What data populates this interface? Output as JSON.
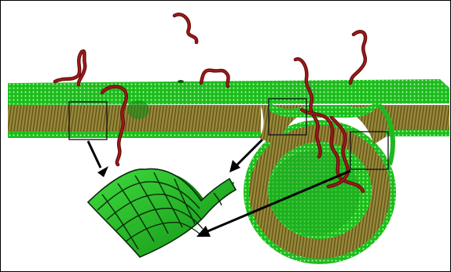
{
  "figure": {
    "kind": "membrane-budding-schematic",
    "elements": {
      "membrane": "lipid-bilayer",
      "polymers": "polymer-chains",
      "bud": "vesicle-bud",
      "patch": "curved-membrane-patch"
    },
    "colors": {
      "background": "#ffffff",
      "lipid_head": "#22c022",
      "lipid_head_dark": "#138a13",
      "lipid_tail": "#8a7a2e",
      "lipid_tail_dark": "#5d5218",
      "polymer": "#6e0d0d",
      "patch_fill": "#27c427",
      "grid_line": "#0a2a0a",
      "frame": "#000000"
    },
    "polymer_count": 8,
    "zoom_box_count": 3,
    "arrow_count": 3
  }
}
